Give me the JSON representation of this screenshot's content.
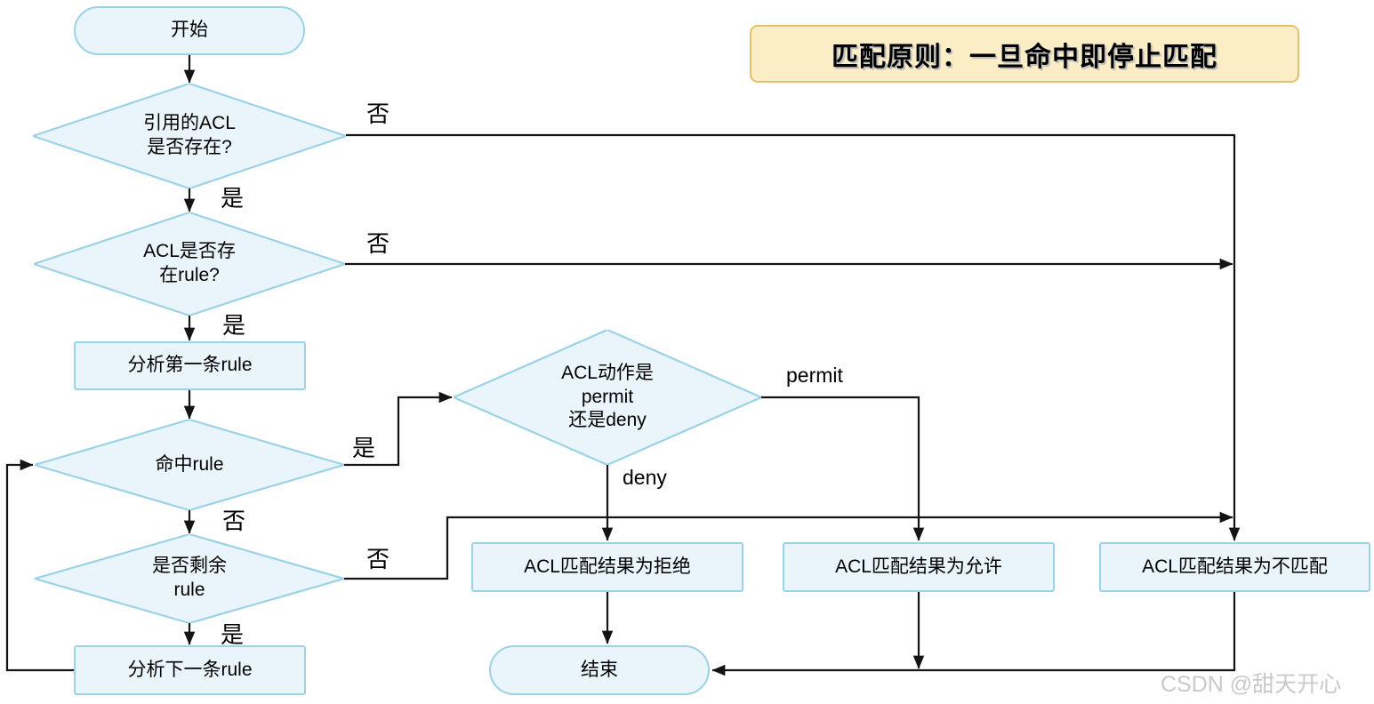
{
  "banner": {
    "text": "匹配原则：一旦命中即停止匹配"
  },
  "watermark": "CSDN @甜天开心",
  "colors": {
    "node_fill": "#EAF5FB",
    "node_border": "#9CD2E6",
    "line_color": "#141414",
    "banner_fill": "#FBEEC6",
    "banner_border": "#E2C16B",
    "watermark_color": "#C9C9C9"
  },
  "nodes": {
    "start": {
      "label": "开始",
      "shape": "stadium"
    },
    "acl_exists": {
      "label": "引用的ACL\n是否存在?",
      "shape": "diamond"
    },
    "acl_has_rule": {
      "label": "ACL是否存\n在rule?",
      "shape": "diamond"
    },
    "analyze_first_rule": {
      "label": "分析第一条rule",
      "shape": "rect"
    },
    "hit_rule": {
      "label": "命中rule",
      "shape": "diamond"
    },
    "rules_remaining": {
      "label": "是否剩余\nrule",
      "shape": "diamond"
    },
    "analyze_next_rule": {
      "label": "分析下一条rule",
      "shape": "rect"
    },
    "acl_action": {
      "label": "ACL动作是\npermit\n还是deny",
      "shape": "diamond"
    },
    "result_deny": {
      "label": "ACL匹配结果为拒绝",
      "shape": "rect"
    },
    "result_permit": {
      "label": "ACL匹配结果为允许",
      "shape": "rect"
    },
    "result_no_match": {
      "label": "ACL匹配结果为不匹配",
      "shape": "rect"
    },
    "end": {
      "label": "结束",
      "shape": "stadium"
    }
  },
  "edge_labels": {
    "acl_exists_no": "否",
    "acl_exists_yes": "是",
    "acl_has_rule_no": "否",
    "acl_has_rule_yes": "是",
    "hit_rule_yes": "是",
    "hit_rule_no": "否",
    "rules_remaining_no": "否",
    "rules_remaining_yes": "是",
    "acl_action_permit": "permit",
    "acl_action_deny": "deny"
  }
}
